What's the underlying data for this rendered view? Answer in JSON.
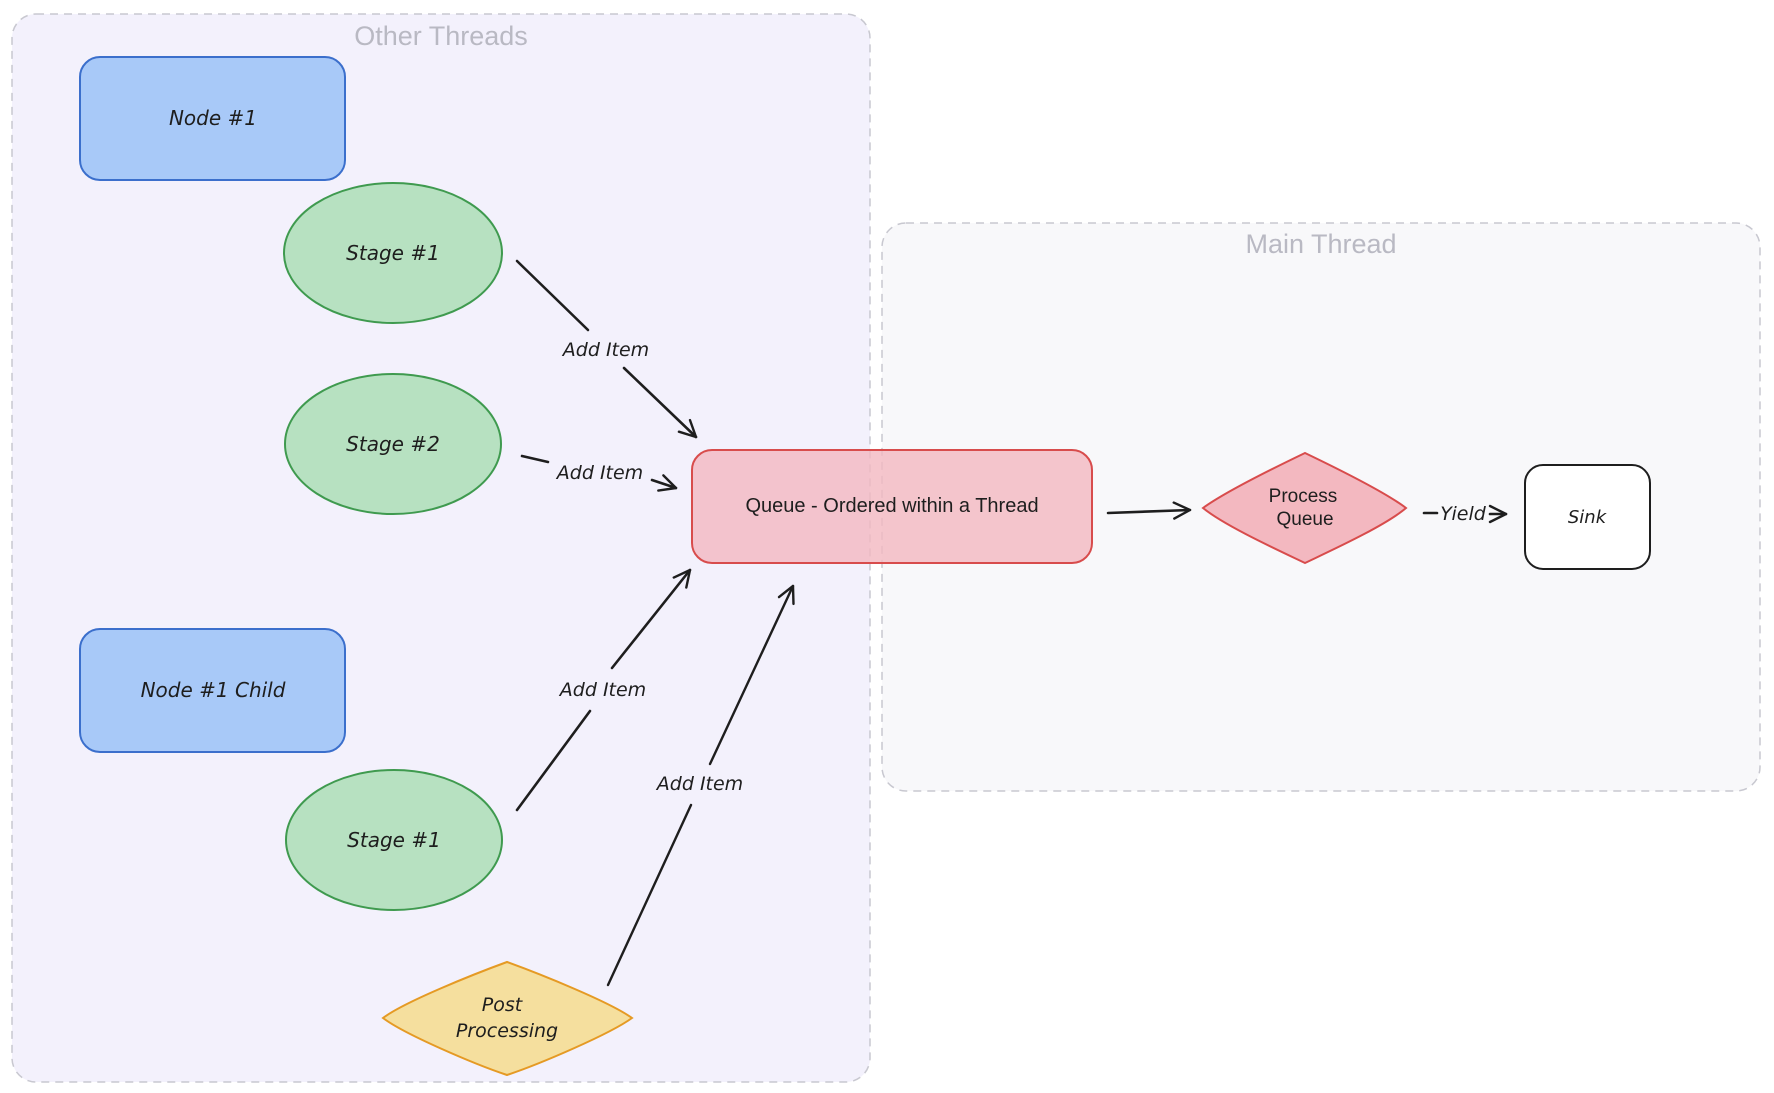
{
  "groups": {
    "other_threads": {
      "title": "Other Threads"
    },
    "main_thread": {
      "title": "Main Thread"
    }
  },
  "nodes": {
    "node1": {
      "label": "Node #1"
    },
    "stage1_top": {
      "label": "Stage #1"
    },
    "stage2": {
      "label": "Stage #2"
    },
    "node1_child": {
      "label": "Node #1 Child"
    },
    "stage1_bottom": {
      "label": "Stage #1"
    },
    "post_processing": {
      "line1": "Post",
      "line2": "Processing"
    },
    "queue": {
      "label": "Queue - Ordered within a Thread"
    },
    "process_queue": {
      "line1": "Process",
      "line2": "Queue"
    },
    "sink": {
      "label": "Sink"
    }
  },
  "edges": {
    "stage1_top_to_queue": {
      "label": "Add Item"
    },
    "stage2_to_queue": {
      "label": "Add Item"
    },
    "stage1_bottom_to_queue": {
      "label": "Add Item"
    },
    "post_processing_to_queue": {
      "label": "Add Item"
    },
    "process_queue_to_sink": {
      "label": "Yield"
    }
  },
  "colors": {
    "other_threads_fill": "#f2effc",
    "main_thread_fill": "#f8f8fa",
    "group_border": "#c8c8d0",
    "node_blue_fill": "#a8c9f8",
    "node_blue_stroke": "#3b6fcc",
    "stage_green_fill": "#b7e1c1",
    "stage_green_stroke": "#3f9a4f",
    "post_yellow_fill": "#f5df9e",
    "post_yellow_stroke": "#e59a24",
    "queue_fill": "#f3b8c0",
    "queue_stroke": "#d84c4c",
    "sink_stroke": "#1e1e1e",
    "arrow": "#1e1e1e"
  }
}
